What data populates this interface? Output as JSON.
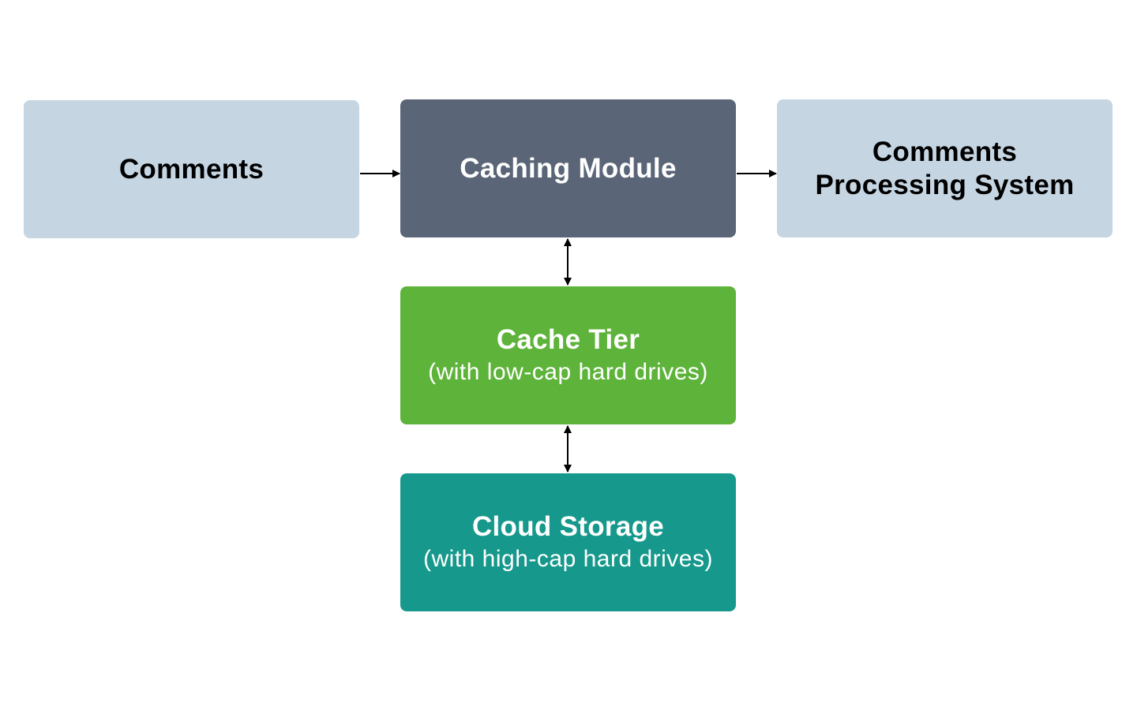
{
  "nodes": {
    "comments": {
      "title": "Comments",
      "color": "#c5d5e2"
    },
    "caching_module": {
      "title": "Caching Module",
      "color": "#5a6577"
    },
    "processing": {
      "title_line1": "Comments",
      "title_line2": "Processing System",
      "color": "#c5d5e2"
    },
    "cache_tier": {
      "title": "Cache Tier",
      "subtitle": "(with low-cap hard drives)",
      "color": "#5eb33a"
    },
    "cloud_storage": {
      "title": "Cloud Storage",
      "subtitle": "(with high-cap hard drives)",
      "color": "#16998c"
    }
  },
  "edges": [
    {
      "from": "comments",
      "to": "caching_module",
      "direction": "forward"
    },
    {
      "from": "caching_module",
      "to": "processing",
      "direction": "forward"
    },
    {
      "from": "caching_module",
      "to": "cache_tier",
      "direction": "both"
    },
    {
      "from": "cache_tier",
      "to": "cloud_storage",
      "direction": "both"
    }
  ]
}
